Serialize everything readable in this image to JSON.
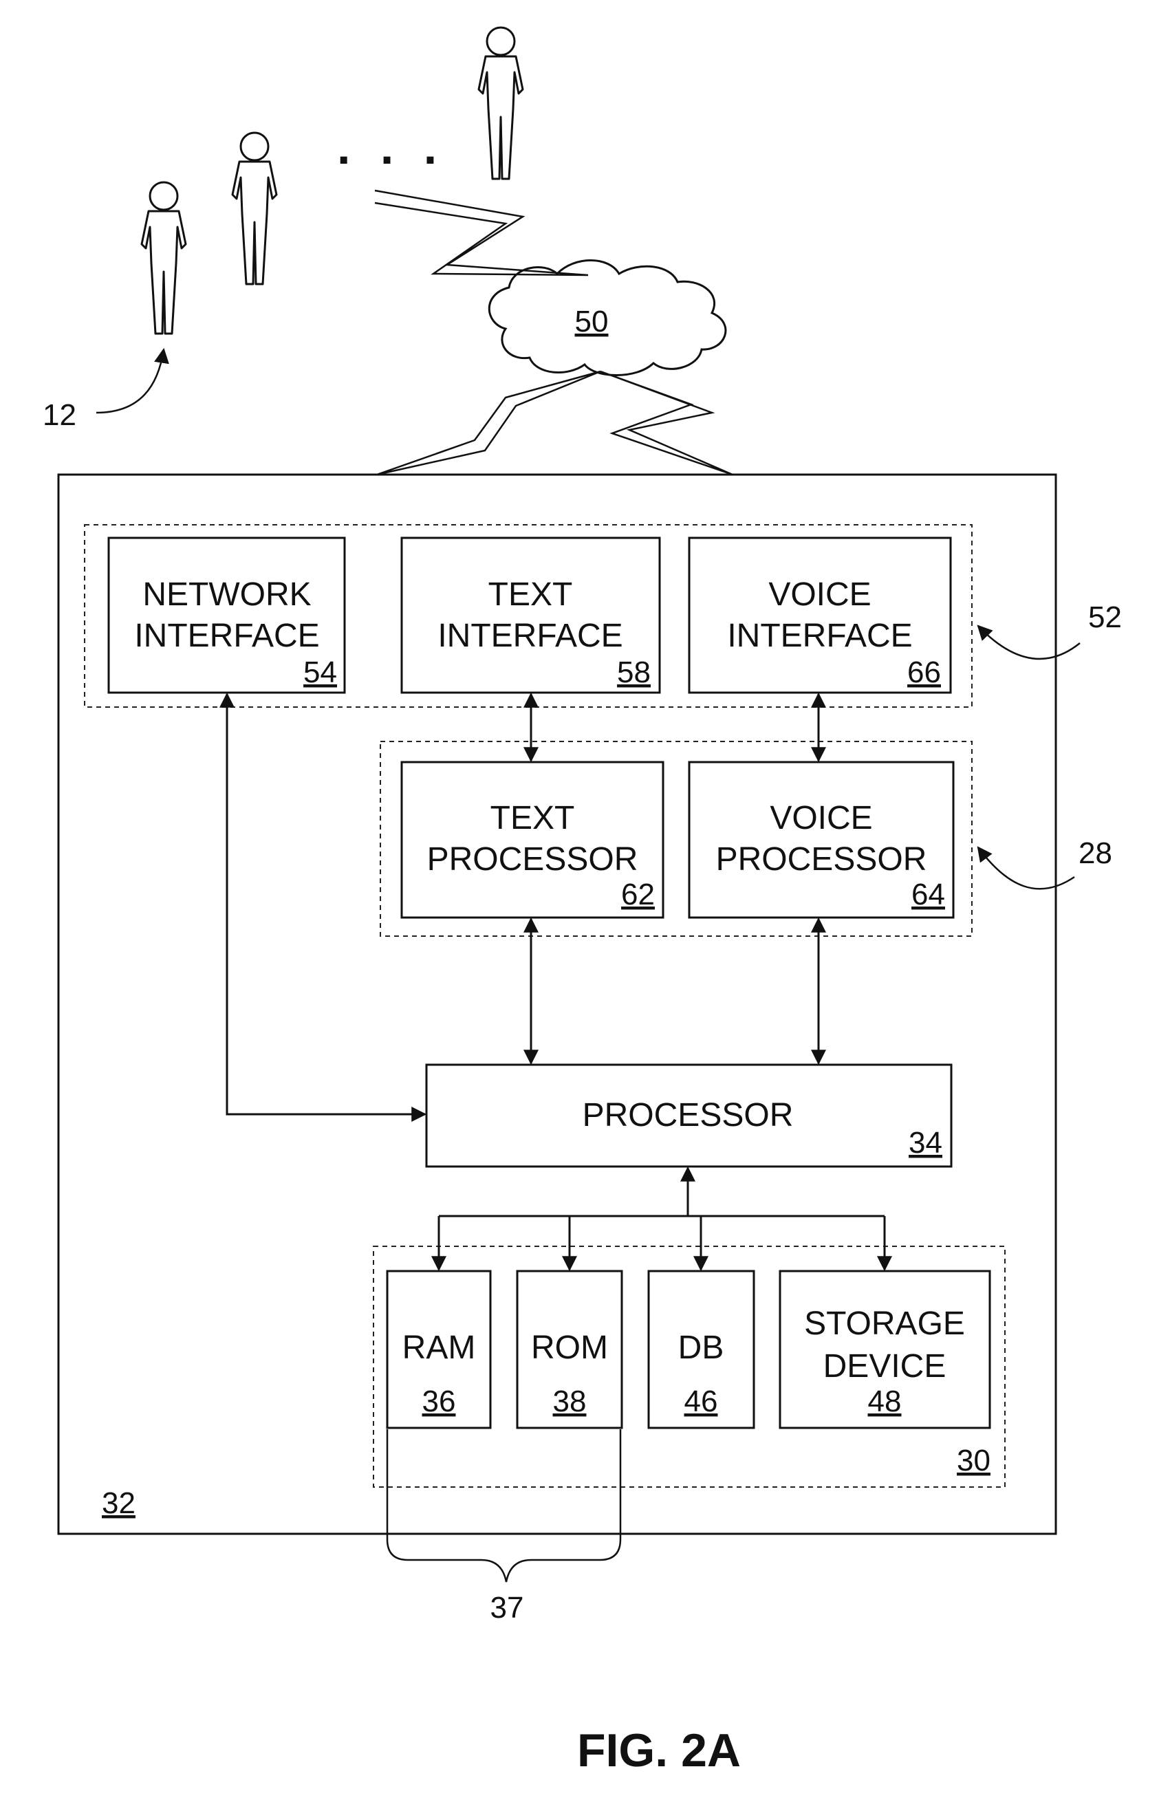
{
  "figure": {
    "title": "FIG. 2A",
    "ellipsis": ". . .",
    "users_ref": "12",
    "network_ref": "50",
    "system_ref": "32",
    "interfaces_ref": "52",
    "processors_ref": "28",
    "memory_ref": "30",
    "ram_rom_ref": "37"
  },
  "blocks": {
    "network_interface": {
      "line1": "NETWORK",
      "line2": "INTERFACE",
      "ref": "54"
    },
    "text_interface": {
      "line1": "TEXT",
      "line2": "INTERFACE",
      "ref": "58"
    },
    "voice_interface": {
      "line1": "VOICE",
      "line2": "INTERFACE",
      "ref": "66"
    },
    "text_processor": {
      "line1": "TEXT",
      "line2": "PROCESSOR",
      "ref": "62"
    },
    "voice_processor": {
      "line1": "VOICE",
      "line2": "PROCESSOR",
      "ref": "64"
    },
    "processor": {
      "label": "PROCESSOR",
      "ref": "34"
    },
    "ram": {
      "label": "RAM",
      "ref": "36"
    },
    "rom": {
      "label": "ROM",
      "ref": "38"
    },
    "db": {
      "label": "DB",
      "ref": "46"
    },
    "storage": {
      "line1": "STORAGE",
      "line2": "DEVICE",
      "ref": "48"
    }
  }
}
